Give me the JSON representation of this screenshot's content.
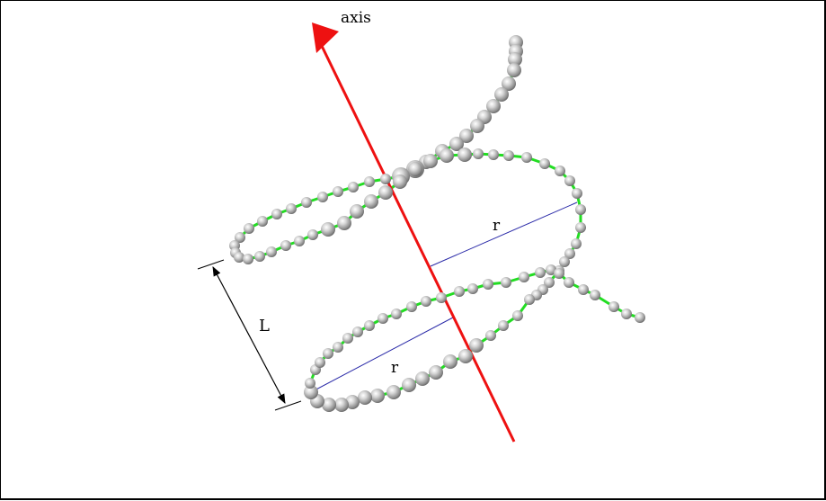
{
  "labels": {
    "axis": "axis",
    "radius_top": "r",
    "radius_bottom": "r",
    "pitch": "L"
  },
  "colors": {
    "axis": "#ee1111",
    "chain": "#22dd22",
    "radius_line": "#2a2aa8",
    "bead": "#b4b4b4",
    "dimension": "#000000",
    "background": "#ffffff"
  }
}
